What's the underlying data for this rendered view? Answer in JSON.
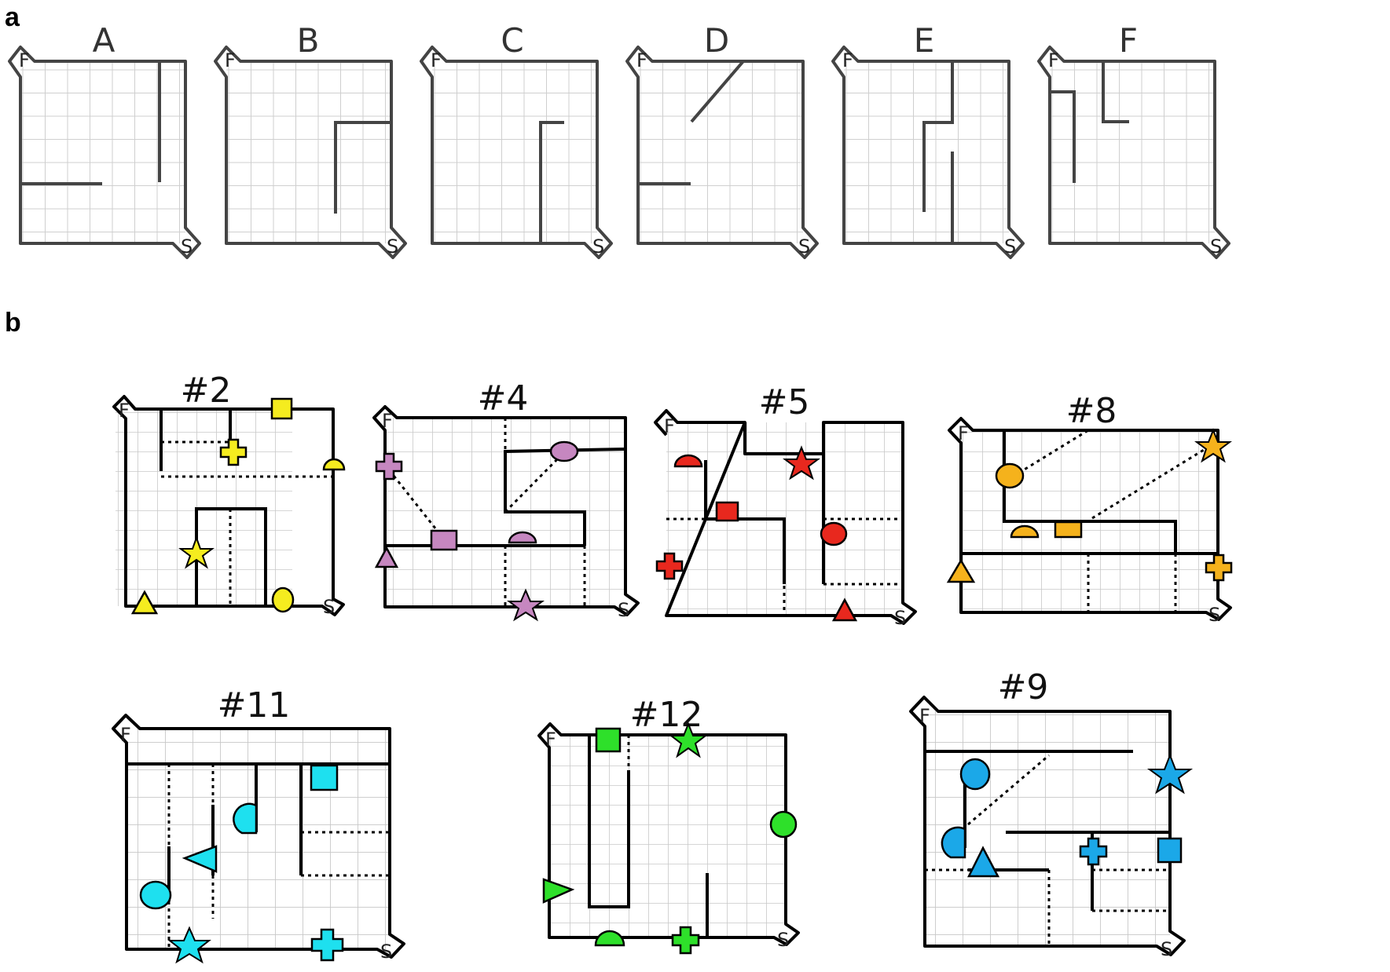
{
  "panel_a": {
    "label": "a",
    "mazes": [
      {
        "title": "A",
        "start": "S",
        "finish": "F"
      },
      {
        "title": "B",
        "start": "S",
        "finish": "F"
      },
      {
        "title": "C",
        "start": "S",
        "finish": "F"
      },
      {
        "title": "D",
        "start": "S",
        "finish": "F"
      },
      {
        "title": "E",
        "start": "S",
        "finish": "F"
      },
      {
        "title": "F",
        "start": "S",
        "finish": "F"
      }
    ]
  },
  "panel_b": {
    "label": "b",
    "mazes": [
      {
        "title": "#2",
        "color": "#f5ec1f",
        "start": "S",
        "finish": "F",
        "landmarks": [
          "square",
          "plus",
          "dome",
          "star",
          "triangle",
          "circle"
        ]
      },
      {
        "title": "#4",
        "color": "#c687c0",
        "start": "S",
        "finish": "F",
        "landmarks": [
          "plus",
          "circle",
          "square",
          "dome",
          "triangle",
          "star"
        ]
      },
      {
        "title": "#5",
        "color": "#e8281e",
        "start": "S",
        "finish": "F",
        "landmarks": [
          "dome",
          "star",
          "square",
          "circle",
          "plus",
          "triangle"
        ]
      },
      {
        "title": "#8",
        "color": "#f5b21c",
        "start": "S",
        "finish": "F",
        "landmarks": [
          "circle",
          "star",
          "dome",
          "square",
          "triangle",
          "plus"
        ]
      },
      {
        "title": "#11",
        "color": "#1ee0ef",
        "start": "S",
        "finish": "F",
        "landmarks": [
          "square",
          "dome",
          "triangle",
          "circle",
          "star",
          "plus"
        ]
      },
      {
        "title": "#12",
        "color": "#2ee02a",
        "start": "S",
        "finish": "F",
        "landmarks": [
          "square",
          "star",
          "circle",
          "triangle",
          "dome",
          "plus"
        ]
      },
      {
        "title": "#9",
        "color": "#1ba8e8",
        "start": "S",
        "finish": "F",
        "landmarks": [
          "circle",
          "star",
          "dome",
          "triangle",
          "plus",
          "square"
        ]
      }
    ]
  }
}
